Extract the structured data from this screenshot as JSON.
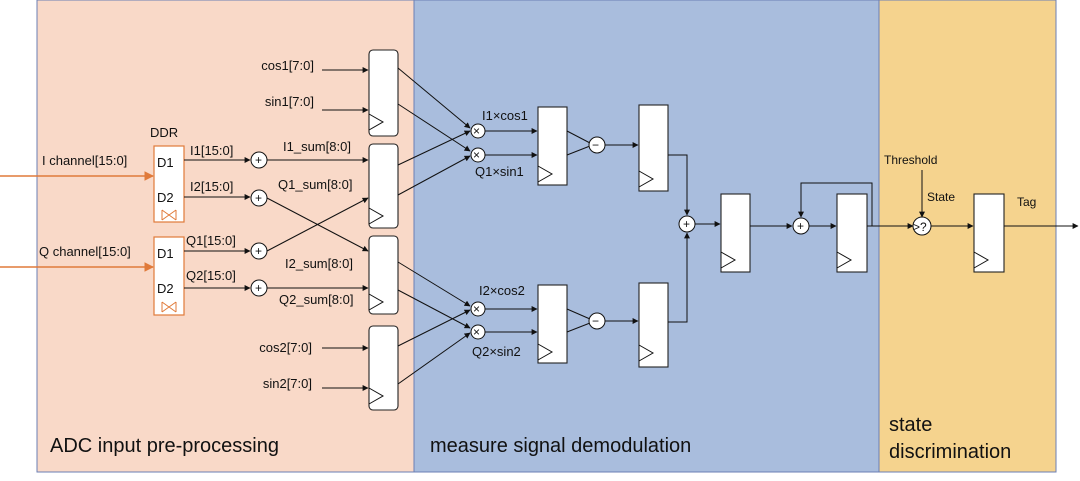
{
  "sections": {
    "adc": "ADC input pre-processing",
    "demod": "measure signal demodulation",
    "state_line1": "state",
    "state_line2": "discrimination"
  },
  "inputs": {
    "i_channel": "I channel[15:0]",
    "q_channel": "Q channel[15:0]"
  },
  "ddr": {
    "title": "DDR",
    "i_d1": "D1",
    "i_d2": "D2",
    "q_d1": "D1",
    "q_d2": "D2"
  },
  "signals": {
    "i1": "I1[15:0]",
    "i2": "I2[15:0]",
    "q1": "Q1[15:0]",
    "q2": "Q2[15:0]",
    "i1_sum": "I1_sum[8:0]",
    "q1_sum": "Q1_sum[8:0]",
    "i2_sum": "I2_sum[8:0]",
    "q2_sum": "Q2_sum[8:0]",
    "cos1": "cos1[7:0]",
    "sin1": "sin1[7:0]",
    "cos2": "cos2[7:0]",
    "sin2": "sin2[7:0]",
    "i1cos1": "I1×cos1",
    "q1sin1": "Q1×sin1",
    "i2cos2": "I2×cos2",
    "q2sin2": "Q2×sin2",
    "threshold": "Threshold",
    "state": "State",
    "tag": "Tag"
  },
  "ops": {
    "plus": "+",
    "times": "×",
    "minus": "−",
    "compare": ">?"
  },
  "colors": {
    "adc_bg": "#f9d9c8",
    "demod_bg": "#a9bddd",
    "state_bg": "#f5d38e",
    "input_arrow": "#e07a3a"
  }
}
